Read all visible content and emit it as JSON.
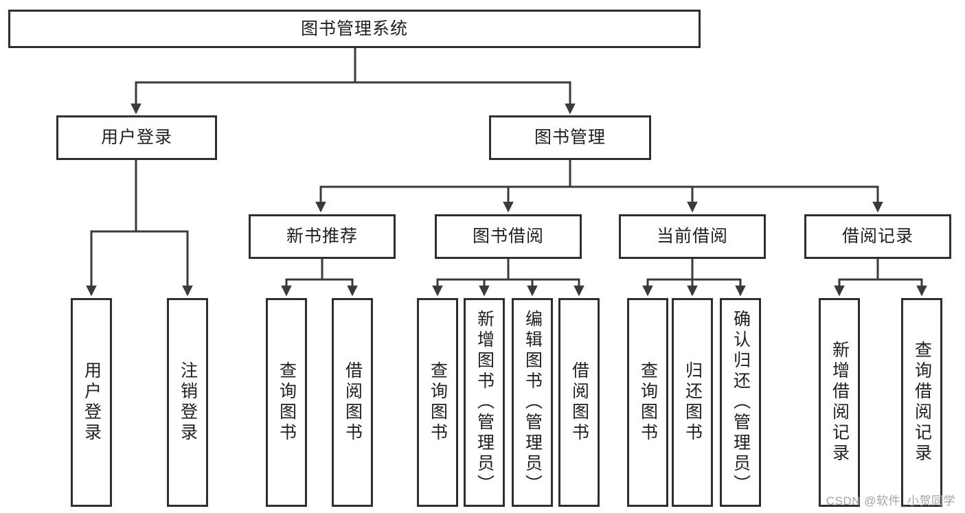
{
  "colors": {
    "line": "#3a3a3a",
    "box_border": "#2e2e2e",
    "box_fill": "#ffffff",
    "text": "#1f1f1f",
    "watermark": "#a3a3a3",
    "background": "#ffffff"
  },
  "diagram": {
    "root_label": "图书管理系统",
    "branches": [
      {
        "label": "用户登录",
        "children": [
          "用户登录",
          "注销登录"
        ]
      },
      {
        "label": "图书管理",
        "children": [
          {
            "label": "新书推荐",
            "children": [
              "查询图书",
              "借阅图书"
            ]
          },
          {
            "label": "图书借阅",
            "children": [
              "查询图书",
              "新增图书（管理员）",
              "编辑图书（管理员）",
              "借阅图书"
            ]
          },
          {
            "label": "当前借阅",
            "children": [
              "查询图书",
              "归还图书",
              "确认归还（管理员）"
            ]
          },
          {
            "label": "借阅记录",
            "children": [
              "新增借阅记录",
              "查询借阅记录"
            ]
          }
        ]
      }
    ]
  },
  "watermark": {
    "text": "CSDN @软件_小贺同学"
  }
}
